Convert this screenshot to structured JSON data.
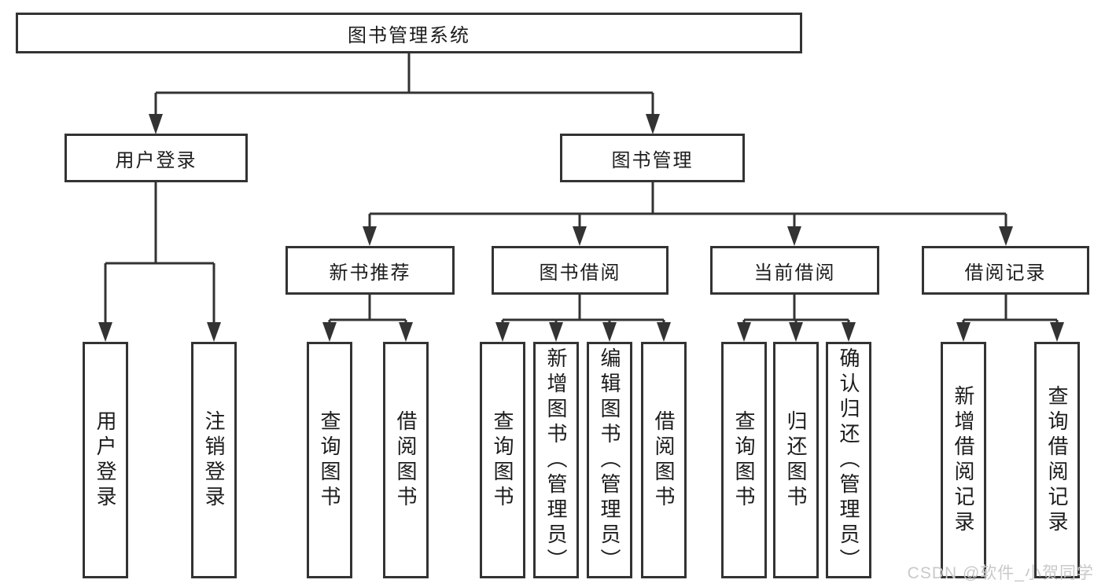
{
  "watermark": "CSDN @软件_小贺同学",
  "diagram": {
    "root": {
      "label": "图书管理系统"
    },
    "level2": [
      {
        "id": "user-login",
        "label": "用户登录"
      },
      {
        "id": "book-management",
        "label": "图书管理"
      }
    ],
    "level3": [
      {
        "id": "new-book-recommend",
        "label": "新书推荐"
      },
      {
        "id": "book-borrowing",
        "label": "图书借阅"
      },
      {
        "id": "current-borrowing",
        "label": "当前借阅"
      },
      {
        "id": "borrowing-records",
        "label": "借阅记录"
      }
    ],
    "leaves": [
      {
        "label": "用户登录"
      },
      {
        "label": "注销登录"
      },
      {
        "label": "查询图书"
      },
      {
        "label": "借阅图书"
      },
      {
        "label": "查询图书"
      },
      {
        "label": "新增图书（管理员）"
      },
      {
        "label": "编辑图书（管理员）"
      },
      {
        "label": "借阅图书"
      },
      {
        "label": "查询图书"
      },
      {
        "label": "归还图书"
      },
      {
        "label": "确认归还（管理员）"
      },
      {
        "label": "新增借阅记录"
      },
      {
        "label": "查询借阅记录"
      }
    ]
  }
}
